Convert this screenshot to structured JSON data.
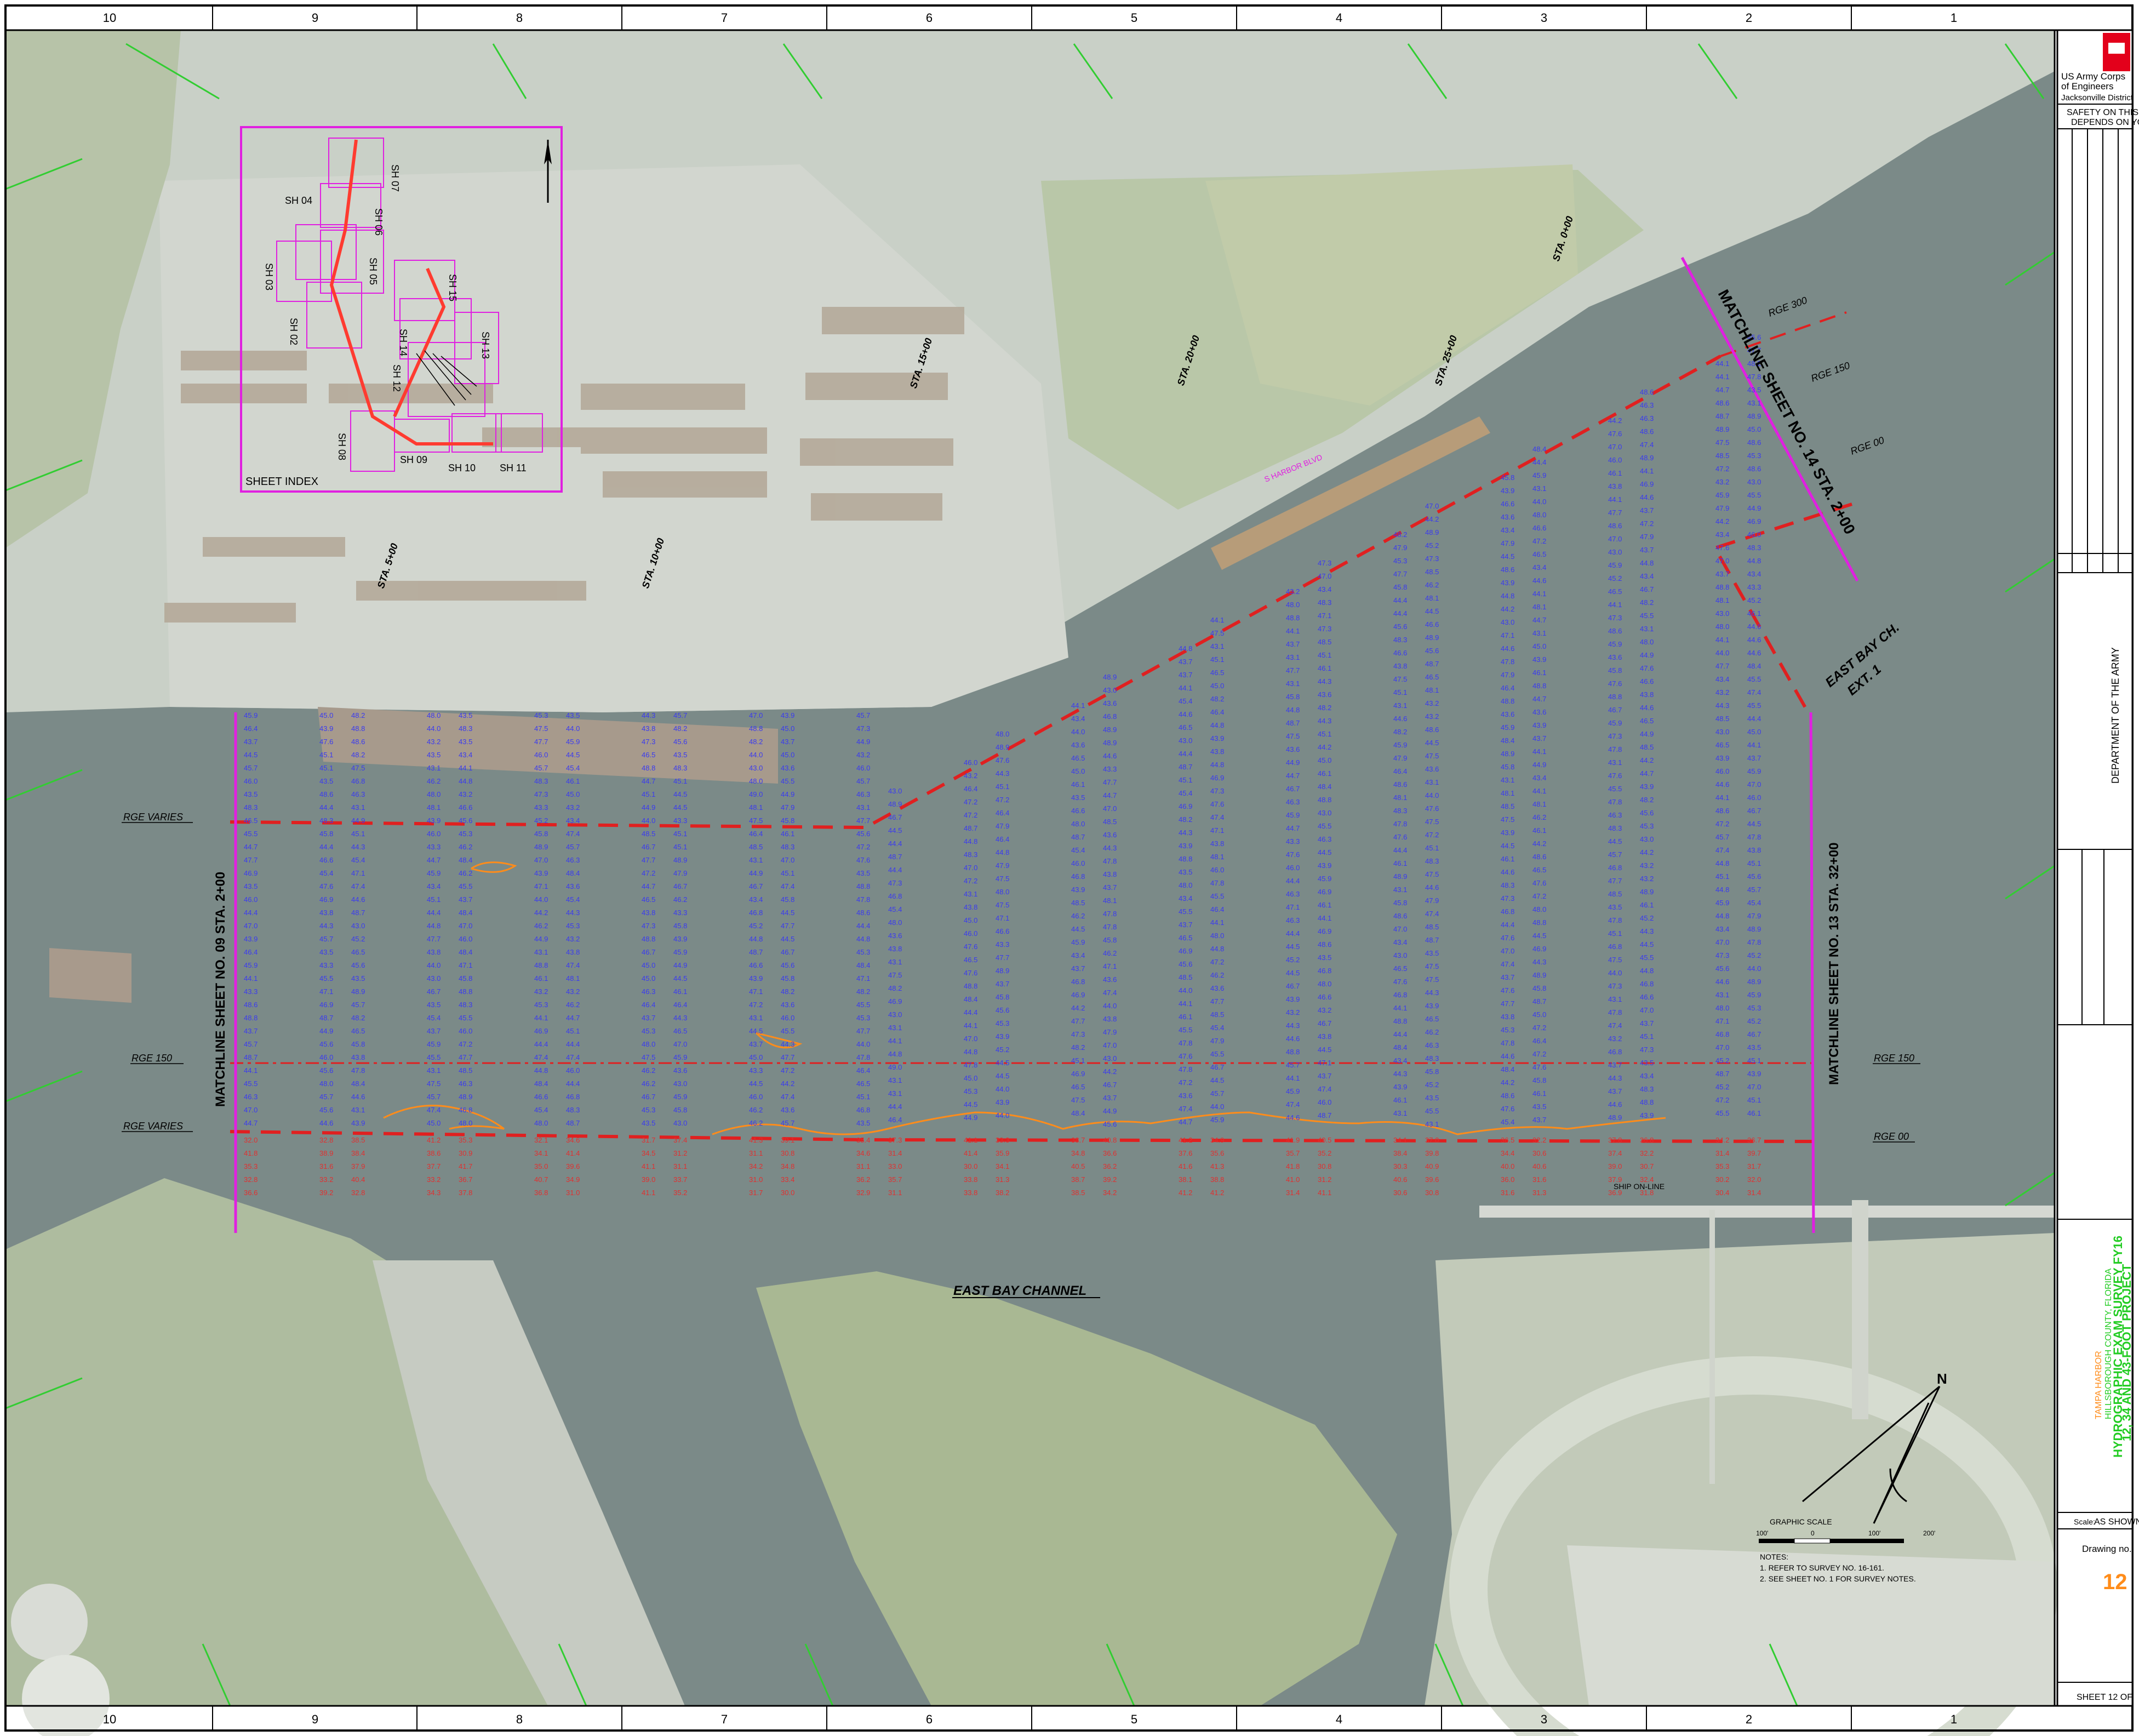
{
  "grid": {
    "columns": [
      "10",
      "9",
      "8",
      "7",
      "6",
      "5",
      "4",
      "3",
      "2",
      "1"
    ]
  },
  "titleblock": {
    "agency_line1": "US Army Corps",
    "agency_line2": "of Engineers",
    "district": "Jacksonville District",
    "safety_line1": "SAFETY ON THIS",
    "safety_line2": "DEPENDS ON YOU",
    "department": "DEPARTMENT OF THE ARMY",
    "title1": "HYDROGRAPHIC EXAM SURVEY FY16",
    "title2": "12, 34 AND 43-FOOT PROJECT",
    "subtitle1": "TAMPA HARBOR",
    "subtitle2": "HILLSBOROUGH COUNTY, FLORIDA",
    "scale_label": "Scale:",
    "scale_value": "AS SHOWN",
    "drawing_no_label": "Drawing no.",
    "drawing_no": "12",
    "sheet_text": "SHEET 12 OF"
  },
  "map": {
    "sheet_index": {
      "label": "SHEET INDEX",
      "sheets": [
        "SH 04",
        "SH 07",
        "SH 06",
        "SH 05",
        "SH 03",
        "SH 02",
        "SH 15",
        "SH 14",
        "SH 13",
        "SH 12",
        "SH 08",
        "SH 09",
        "SH 10",
        "SH 11"
      ]
    },
    "stations": [
      "STA. 0+00",
      "STA. 5+00",
      "STA. 10+00",
      "STA. 15+00",
      "STA. 20+00",
      "STA. 25+00"
    ],
    "ranges": {
      "rge_varies_top": "RGE VARIES",
      "rge_150_left": "RGE 150",
      "rge_varies_bottom": "RGE VARIES",
      "rge_150_right": "RGE 150",
      "rge_00_right": "RGE 00",
      "rge_300_top": "RGE 300",
      "rge_150_top": "RGE 150",
      "rge_00_top": "RGE 00"
    },
    "matchlines": {
      "left": "MATCHLINE SHEET NO. 09 STA. 2+00",
      "right": "MATCHLINE SHEET NO. 13 STA. 32+00",
      "top": "MATCHLINE SHEET NO. 14 STA. 2+00"
    },
    "east_bay_channel": "EAST BAY CHANNEL",
    "east_bay_ch_ext_1": "EAST BAY CH.",
    "east_bay_ch_ext_2": "EXT. 1",
    "harbor_blvd": "S HARBOR BLVD",
    "ship_on_line": "SHIP ON-LINE",
    "graphic_scale": {
      "title": "GRAPHIC SCALE",
      "ticks": [
        "100'",
        "0",
        "100'",
        "200'"
      ]
    },
    "notes": [
      "NOTES:",
      "1. REFER TO SURVEY NO. 16-161.",
      "2. SEE SHEET NO. 1 FOR SURVEY NOTES."
    ],
    "north_label": "N"
  },
  "colors": {
    "water": "#7b8a88",
    "land": "#c8cfc6",
    "magenta": "#e020e0",
    "red_line": "#e02020",
    "blue_sound": "#3a3af0",
    "red_sound": "#e03030",
    "orange": "#ff8c1a",
    "green_title": "#22cc22"
  }
}
